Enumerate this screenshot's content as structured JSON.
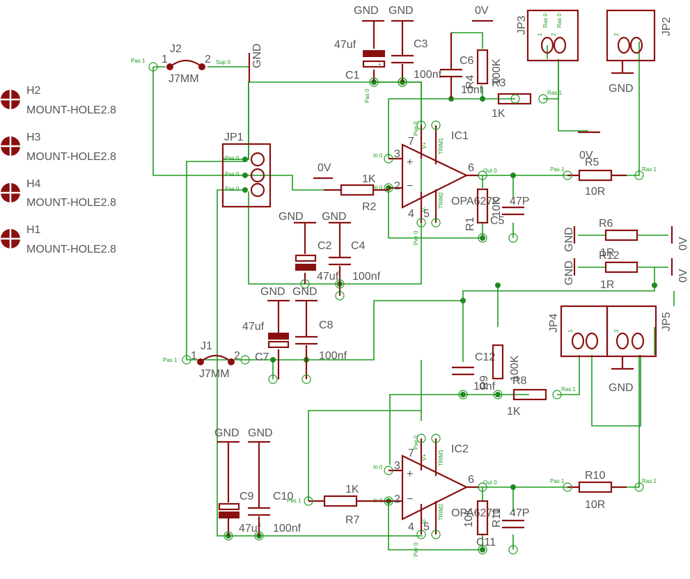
{
  "holes": [
    {
      "ref": "H2",
      "value": "MOUNT-HOLE2.8"
    },
    {
      "ref": "H3",
      "value": "MOUNT-HOLE2.8"
    },
    {
      "ref": "H4",
      "value": "MOUNT-HOLE2.8"
    },
    {
      "ref": "H1",
      "value": "MOUNT-HOLE2.8"
    }
  ],
  "jumpers": {
    "j2": {
      "ref": "J2",
      "value": "J7MM",
      "pin1": "1",
      "pin2": "2",
      "pas": "Pas 1"
    },
    "j1": {
      "ref": "J1",
      "value": "J7MM",
      "pin1": "1",
      "pin2": "2",
      "pas": "Pas 1"
    }
  },
  "headers": {
    "jp1": "JP1",
    "jp2": "JP2",
    "jp3": "JP3",
    "jp4": "JP4",
    "jp5": "JP5",
    "pin_1": "1",
    "pin_2": "2",
    "pin_3": "3",
    "ras": "Ras 0"
  },
  "opamps": {
    "ic1": {
      "ref": "IC1",
      "value": "OPA627P"
    },
    "ic2": {
      "ref": "IC2",
      "value": "OPA627P"
    },
    "pin_in": "In 0",
    "pin_out": "Out 0",
    "pin_pwr": "Pwr 0",
    "pin_vp": "V+",
    "pin_vm": "V-",
    "trim1": "TRIM1",
    "trim2": "TRIM2",
    "p2": "2",
    "p3": "3",
    "p4": "4",
    "p5": "5",
    "p6": "6",
    "p7": "7",
    "plus": "+",
    "minus": "−"
  },
  "resistors": [
    {
      "ref": "R1",
      "value": "10K"
    },
    {
      "ref": "R2",
      "value": "1K"
    },
    {
      "ref": "R3",
      "value": "1K"
    },
    {
      "ref": "R4",
      "value": "100K"
    },
    {
      "ref": "R5",
      "value": "10R"
    },
    {
      "ref": "R6",
      "value": "1R"
    },
    {
      "ref": "R7",
      "value": "1K"
    },
    {
      "ref": "R8",
      "value": "1K"
    },
    {
      "ref": "R9",
      "value": "100K"
    },
    {
      "ref": "R10",
      "value": "10R"
    },
    {
      "ref": "R11",
      "value": "10K"
    },
    {
      "ref": "R12",
      "value": "1R"
    }
  ],
  "capacitors": [
    {
      "ref": "C1",
      "value": "47uf"
    },
    {
      "ref": "C2",
      "value": "47uf"
    },
    {
      "ref": "C3",
      "value": "100nf"
    },
    {
      "ref": "C4",
      "value": "100nf"
    },
    {
      "ref": "C5",
      "value": "47P"
    },
    {
      "ref": "C6",
      "value": "10nf"
    },
    {
      "ref": "C7",
      "value": "47uf"
    },
    {
      "ref": "C8",
      "value": "100nf"
    },
    {
      "ref": "C9",
      "value": "47uf"
    },
    {
      "ref": "C10",
      "value": "100nf"
    },
    {
      "ref": "C11",
      "value": "47P"
    },
    {
      "ref": "C12",
      "value": "10nf"
    }
  ],
  "supplies": {
    "gnd": "GND",
    "zero_v": "0V",
    "sup": "Sup 0"
  },
  "pin_labels": {
    "pas1": "Pas 1",
    "pas0": "Pas 0",
    "ras1": "Ras 1",
    "ras0": "Ras 0"
  },
  "marks": {
    "plus": "+"
  }
}
